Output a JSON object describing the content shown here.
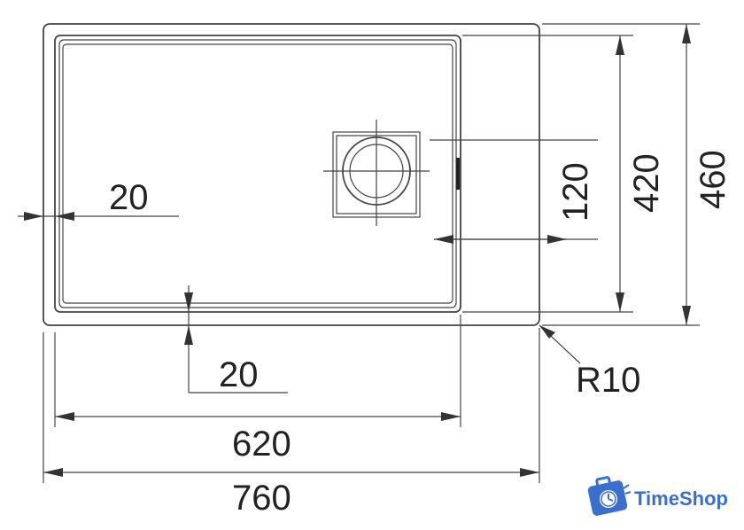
{
  "dimensions": {
    "margin_left": "20",
    "margin_bottom": "20",
    "drain_offset": "120",
    "inner_height": "420",
    "outer_height": "460",
    "corner_radius": "R10",
    "inner_width": "620",
    "outer_width": "760"
  },
  "brand": {
    "name": "TimeShop",
    "color": "#3a6fd0"
  },
  "colors": {
    "line": "#444444",
    "text": "#222222"
  }
}
